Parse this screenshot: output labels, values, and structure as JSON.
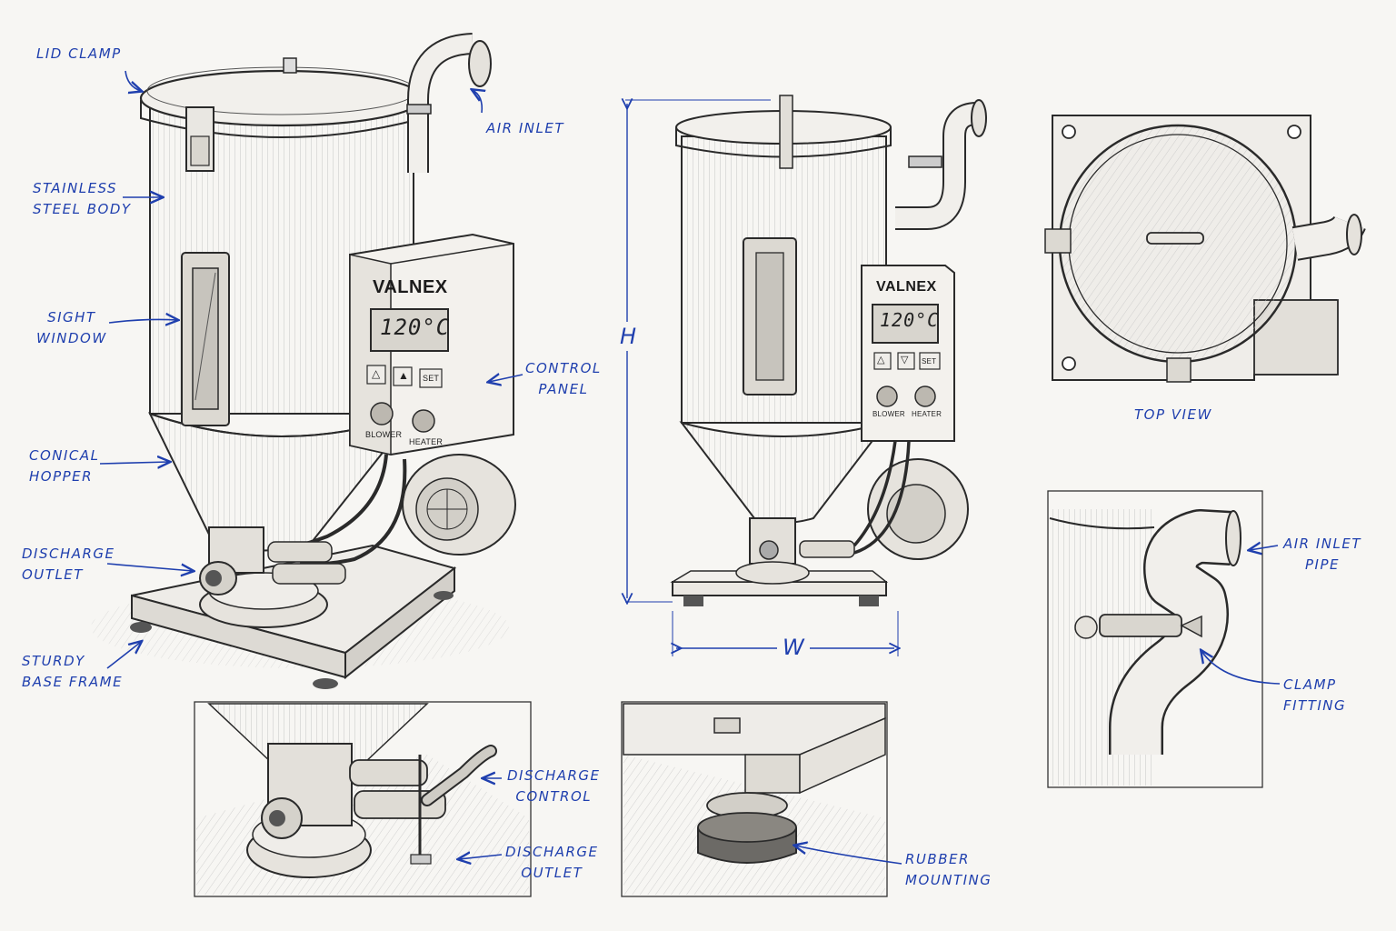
{
  "main_view": {
    "brand": "VALNEX",
    "display": "120°C",
    "buttons": [
      "△",
      "▲",
      "SET"
    ],
    "knobs": [
      "BLOWER",
      "HEATER"
    ],
    "labels": {
      "lid_clamp": "LID CLAMP",
      "air_inlet": "AIR INLET",
      "body_1": "STAINLESS",
      "body_2": "STEEL BODY",
      "sight_1": "SIGHT",
      "sight_2": "WINDOW",
      "panel_1": "CONTROL",
      "panel_2": "PANEL",
      "hopper_1": "CONICAL",
      "hopper_2": "HOPPER",
      "outlet_1": "DISCHARGE",
      "outlet_2": "OUTLET",
      "base_1": "STURDY",
      "base_2": "BASE FRAME"
    }
  },
  "front_view": {
    "brand": "VALNEX",
    "display": "120°C",
    "buttons": [
      "△",
      "▽",
      "SET"
    ],
    "knobs": [
      "BLOWER",
      "HEATER"
    ],
    "dim_h": "H",
    "dim_w": "W"
  },
  "top_view": {
    "caption": "TOP VIEW"
  },
  "detail_discharge": {
    "control_1": "DISCHARGE",
    "control_2": "CONTROL",
    "outlet_1": "DISCHARGE",
    "outlet_2": "OUTLET"
  },
  "detail_foot": {
    "label_1": "RUBBER",
    "label_2": "MOUNTING"
  },
  "detail_pipe": {
    "pipe_1": "AIR INLET",
    "pipe_2": "PIPE",
    "clamp_1": "CLAMP",
    "clamp_2": "FITTING"
  },
  "colors": {
    "annotation": "#1f3fae",
    "ink": "#2a2a2a",
    "paper": "#f7f6f3"
  }
}
